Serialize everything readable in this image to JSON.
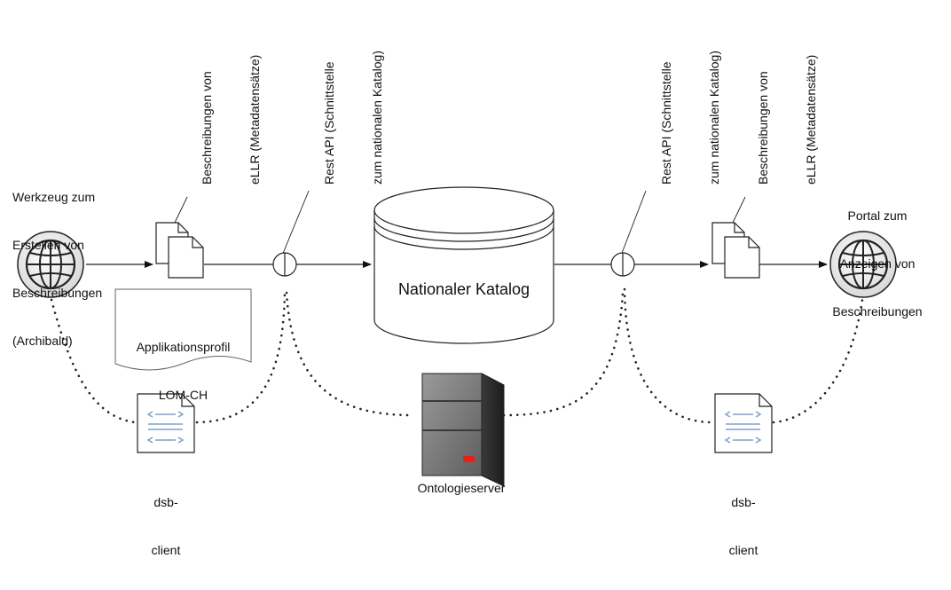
{
  "nodes": {
    "tool": {
      "label_lines": [
        "Werkzeug zum",
        "Erstellen von",
        "Beschreibungen",
        "(Archibald)"
      ],
      "icon": "globe-icon"
    },
    "metadata_left": {
      "label_lines": [
        "Beschreibungen von",
        "eLLR (Metadatensätze)"
      ],
      "icon": "documents-icon"
    },
    "profile": {
      "label_lines": [
        "Applikationsprofil",
        "LOM-CH"
      ],
      "icon": "document-shape"
    },
    "api_left": {
      "label_lines": [
        "Rest API (Schnittstelle",
        "zum nationalen Katalog)"
      ],
      "icon": "interface-circle-icon"
    },
    "catalog": {
      "label": "Nationaler Katalog",
      "icon": "database-cylinder-icon"
    },
    "api_right": {
      "label_lines": [
        "Rest API (Schnittstelle",
        "zum nationalen Katalog)"
      ],
      "icon": "interface-circle-icon"
    },
    "metadata_right": {
      "label_lines": [
        "Beschreibungen von",
        "eLLR (Metadatensätze)"
      ],
      "icon": "documents-icon"
    },
    "portal": {
      "label_lines": [
        "Portal zum",
        "Anzeigen von",
        "Beschreibungen"
      ],
      "icon": "globe-icon"
    },
    "dsb_left": {
      "label_lines": [
        "dsb-",
        "client"
      ],
      "icon": "code-file-icon"
    },
    "server": {
      "label": "Ontologieserver",
      "icon": "server-icon",
      "led_color": "#e2231a"
    },
    "dsb_right": {
      "label_lines": [
        "dsb-",
        "client"
      ],
      "icon": "code-file-icon"
    }
  },
  "colors": {
    "line": "#222222",
    "icon_fill": "#ffffff",
    "code_blue": "#7fa0c8"
  }
}
